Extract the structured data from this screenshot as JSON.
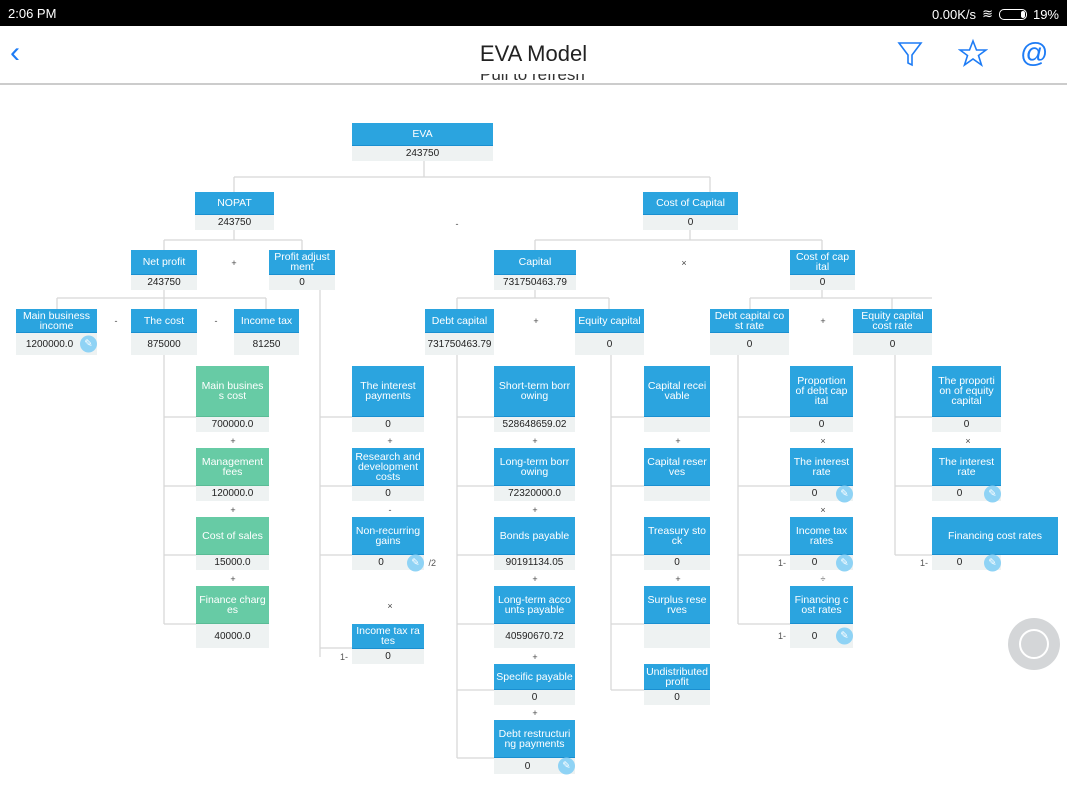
{
  "status_bar": {
    "time": "2:06 PM",
    "net_speed": "0.00K/s",
    "battery": "19%"
  },
  "header": {
    "title": "EVA Model",
    "back_icon": "chevron-left-icon",
    "filter_icon": "filter-icon",
    "star_icon": "star-icon",
    "at_icon": "at-icon"
  },
  "pull_text": "Pull to refresh",
  "colors": {
    "node_blue": "#2ba4df",
    "node_green": "#67cba5",
    "accent": "#1e7cf5"
  },
  "nodes": [
    {
      "id": "eva",
      "label": "EVA",
      "value": "243750"
    },
    {
      "id": "nopat",
      "label": "NOPAT",
      "value": "243750"
    },
    {
      "id": "cost_of_capital",
      "label": "Cost of Capital",
      "value": "0"
    },
    {
      "id": "net_profit",
      "label": "Net profit",
      "value": "243750"
    },
    {
      "id": "profit_adjustment",
      "label": "Profit adjust ment",
      "value": "0"
    },
    {
      "id": "capital",
      "label": "Capital",
      "value": "731750463.79"
    },
    {
      "id": "cost_of_cap_rate",
      "label": "Cost of cap ital",
      "value": "0"
    },
    {
      "id": "main_business_income",
      "label": "Main business income",
      "value": "1200000.0",
      "editable": true
    },
    {
      "id": "the_cost",
      "label": "The cost",
      "value": "875000"
    },
    {
      "id": "income_tax",
      "label": "Income tax",
      "value": "81250"
    },
    {
      "id": "debt_capital",
      "label": "Debt capital",
      "value": "731750463.79"
    },
    {
      "id": "equity_capital",
      "label": "Equity capital",
      "value": "0"
    },
    {
      "id": "debt_capital_cost_rate",
      "label": "Debt capital co st rate",
      "value": "0"
    },
    {
      "id": "equity_capital_cost_rate",
      "label": "Equity capital cost rate",
      "value": "0"
    },
    {
      "id": "main_business_cost",
      "label": "Main busines s cost",
      "value": "700000.0",
      "green": true
    },
    {
      "id": "management_fees",
      "label": "Management fees",
      "value": "120000.0",
      "green": true
    },
    {
      "id": "cost_of_sales",
      "label": "Cost of sales",
      "value": "15000.0",
      "green": true
    },
    {
      "id": "finance_charges",
      "label": "Finance charg es",
      "value": "40000.0",
      "green": true
    },
    {
      "id": "interest_payments",
      "label": "The interest payments",
      "value": "0"
    },
    {
      "id": "rd_costs",
      "label": "Research and development costs",
      "value": "0"
    },
    {
      "id": "non_recurring_gains",
      "label": "Non-recurring gains",
      "value": "0",
      "editable": true,
      "suffix": "/2"
    },
    {
      "id": "income_tax_rates_pa",
      "label": "Income tax ra tes",
      "value": "0",
      "prefix": "1-"
    },
    {
      "id": "short_term_borrowing",
      "label": "Short-term borr owing",
      "value": "528648659.02"
    },
    {
      "id": "long_term_borrowing",
      "label": "Long-term borr owing",
      "value": "72320000.0"
    },
    {
      "id": "bonds_payable",
      "label": "Bonds payable",
      "value": "90191134.05"
    },
    {
      "id": "long_term_accounts_payable",
      "label": "Long-term acco unts payable",
      "value": "40590670.72"
    },
    {
      "id": "specific_payable",
      "label": "Specific payable",
      "value": "0"
    },
    {
      "id": "debt_restructuring_payments",
      "label": "Debt restructuri ng payments",
      "value": "0",
      "editable": true
    },
    {
      "id": "capital_receivable",
      "label": "Capital recei vable",
      "value": ""
    },
    {
      "id": "capital_reserves",
      "label": "Capital reser ves",
      "value": ""
    },
    {
      "id": "treasury_stock",
      "label": "Treasury sto ck",
      "value": "0"
    },
    {
      "id": "surplus_reserves",
      "label": "Surplus rese rves",
      "value": ""
    },
    {
      "id": "undistributed_profit",
      "label": "Undistributed profit",
      "value": "0"
    },
    {
      "id": "proportion_debt_capital",
      "label": "Proportion of debt cap ital",
      "value": "0"
    },
    {
      "id": "interest_rate_debt",
      "label": "The interest rate",
      "value": "0",
      "editable": true
    },
    {
      "id": "income_tax_rates_debt",
      "label": "Income tax rates",
      "value": "0",
      "editable": true,
      "prefix": "1-"
    },
    {
      "id": "financing_cost_rates_debt",
      "label": "Financing c ost rates",
      "value": "0",
      "editable": true,
      "prefix": "1-"
    },
    {
      "id": "proportion_equity_capital",
      "label": "The proporti on of equity capital",
      "value": "0"
    },
    {
      "id": "interest_rate_equity",
      "label": "The interest rate",
      "value": "0",
      "editable": true
    },
    {
      "id": "financing_cost_rates_equity",
      "label": "Financing cost rates",
      "value": "0",
      "editable": true,
      "prefix": "1-"
    }
  ],
  "operators": [
    "+",
    "-",
    "×",
    "-",
    "-",
    "+",
    "+",
    "+",
    "-",
    "×",
    "+",
    "+",
    "+",
    "+",
    "+",
    "+",
    "+",
    "+",
    "+",
    "×",
    "×",
    "÷",
    "×",
    "÷"
  ]
}
